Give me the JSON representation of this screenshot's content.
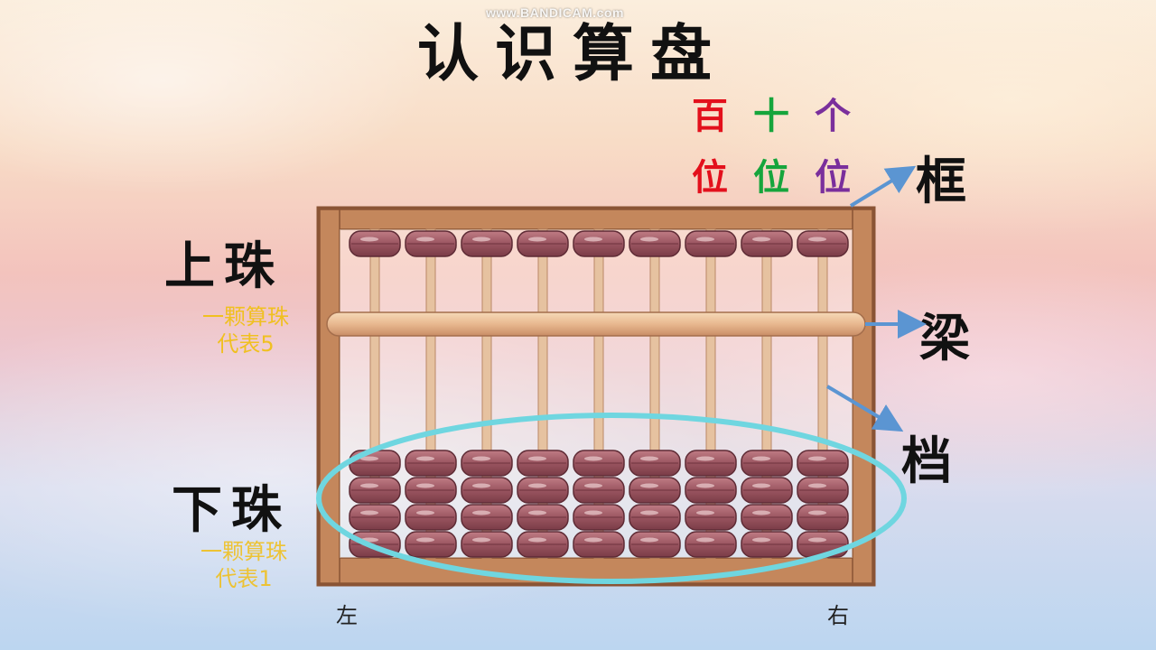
{
  "watermark": "www.BANDICAM.com",
  "title": "认识算盘",
  "place_values": {
    "row1": [
      "百",
      "十",
      "个"
    ],
    "row2": [
      "位",
      "位",
      "位"
    ],
    "colors": [
      "#e3101c",
      "#16a53c",
      "#7a2f9c"
    ]
  },
  "labels": {
    "upper_bead": "上珠",
    "upper_note_line1": "一颗算珠",
    "upper_note_line2": "代表5",
    "lower_bead": "下珠",
    "lower_note_line1": "一颗算珠",
    "lower_note_line2": "代表1",
    "frame": "框",
    "beam": "梁",
    "rod": "档",
    "left": "左",
    "right": "右"
  },
  "abacus": {
    "rods": 9,
    "upper_beads_per_rod": 1,
    "lower_beads_per_rod": 4,
    "frame_color": "#b77a52",
    "bead_color": "#9a5560",
    "highlight_color": "#6fd6e0",
    "arrow_color": "#5b95d2"
  }
}
